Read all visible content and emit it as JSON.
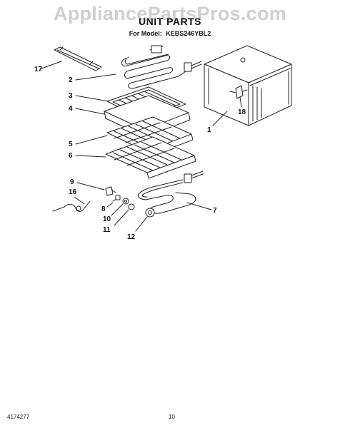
{
  "watermark": "AppliancePartsPros.com",
  "title": "UNIT PARTS",
  "model_label": "For Model:",
  "model_number": "KEBS246YBL2",
  "callouts": [
    "17",
    "2",
    "3",
    "4",
    "5",
    "6",
    "9",
    "16",
    "8",
    "10",
    "11",
    "12",
    "7",
    "1",
    "18"
  ],
  "footer": {
    "doc_number": "4174277",
    "page_number": "10"
  }
}
